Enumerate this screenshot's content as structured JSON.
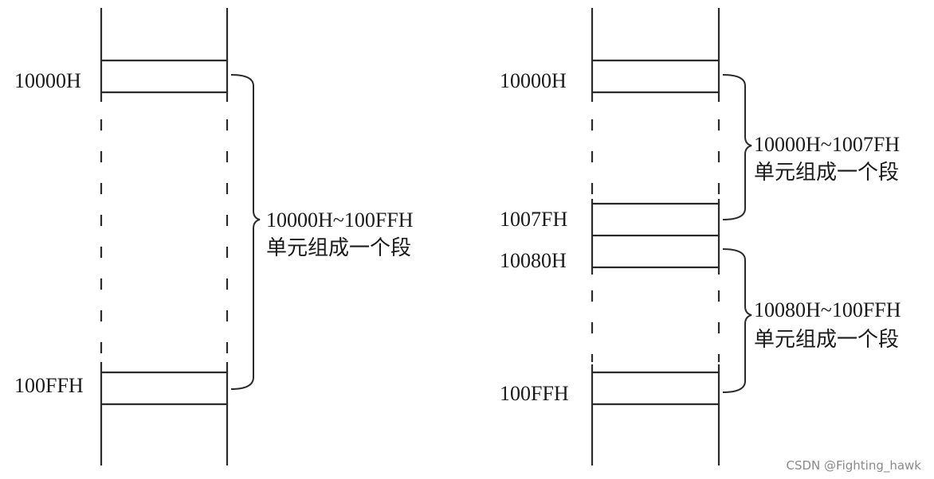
{
  "left_figure": {
    "label_top": "10000H",
    "label_bottom": "100FFH",
    "segment_range": "10000H~100FFH",
    "segment_desc": "单元组成一个段"
  },
  "right_figure": {
    "label_top": "10000H",
    "label_mid_end": "1007FH",
    "label_mid_start": "10080H",
    "label_bottom": "100FFH",
    "segment1_range": "10000H~1007FH",
    "segment1_desc": "单元组成一个段",
    "segment2_range": "10080H~100FFH",
    "segment2_desc": "单元组成一个段"
  },
  "watermark": "CSDN @Fighting_hawk"
}
